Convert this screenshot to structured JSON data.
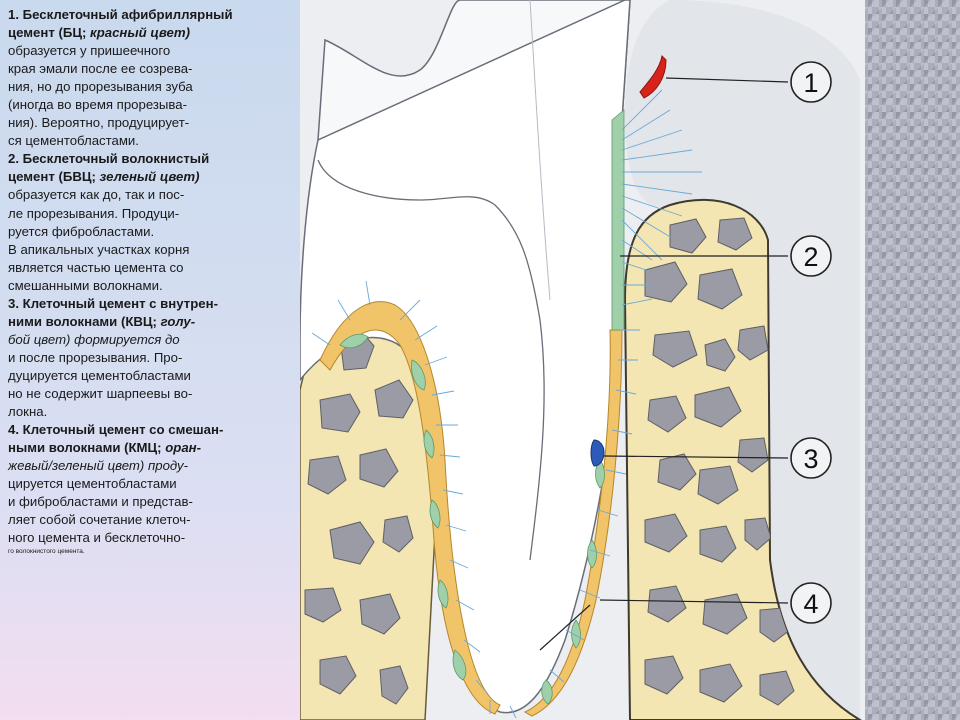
{
  "text": {
    "s1_title": "1. Бесклеточный афибриллярный",
    "s1_title2a": "цемент (БЦ; ",
    "s1_title2b": "красный цвет)",
    "s1_l1": "образуется у пришеечного",
    "s1_l2": "края эмали после ее созрева-",
    "s1_l3": "ния, но до прорезывания зуба",
    "s1_l4": "(иногда во время прорезыва-",
    "s1_l5": "ния). Вероятно, продуцирует-",
    "s1_l6": "ся цементобластами.",
    "s2_title": "2. Бесклеточный волокнистый",
    "s2_title2a": "цемент (БВЦ; ",
    "s2_title2b": "зеленый цвет)",
    "s2_l1": "образуется как до, так и пос-",
    "s2_l2": "ле прорезывания. Продуци-",
    "s2_l3": "руется фибробластами.",
    "s2_l4": "В апикальных участках корня",
    "s2_l5": "является частью цемента со",
    "s2_l6": "смешанными волокнами.",
    "s3_title": "3. Клеточный цемент с внутрен-",
    "s3_title2a": "ними волокнами (КВЦ; ",
    "s3_title2b": "голу-",
    "s3_title3a": "бой цвет)",
    "s3_title3b": " формируется до",
    "s3_l1": "и после прорезывания. Про-",
    "s3_l2": "дуцируется цементобластами",
    "s3_l3": "но не содержит шарпеевы во-",
    "s3_l4": "локна.",
    "s4_title": "4. Клеточный цемент со смешан-",
    "s4_title2a": "ными волокнами (КМЦ; ",
    "s4_title2b": "оран-",
    "s4_title3a": "жевый/зеленый цвет)",
    "s4_title3b": " проду-",
    "s4_l1": "цируется цементобластами",
    "s4_l2": "и фибробластами и представ-",
    "s4_l3": "ляет собой сочетание клеточ-",
    "s4_l4": "ного цемента и бесклеточно-",
    "s4_l5": "го волокнистого цемента."
  },
  "figure": {
    "callouts": [
      "1",
      "2",
      "3",
      "4"
    ],
    "colors": {
      "enamel": "#f7f8fa",
      "dentin": "#ffffff",
      "bone": "#f4e6b2",
      "bone_cavity": "#9a9ba4",
      "acellular_afibrillar_cementum": "#d8231c",
      "acellular_fibrous_cementum": "#9fd0a9",
      "cellular_intrinsic_cementum": "#2f5bb8",
      "cellular_mixed_cementum": "#f2c46a",
      "fibers": "#6aa9d8"
    }
  }
}
